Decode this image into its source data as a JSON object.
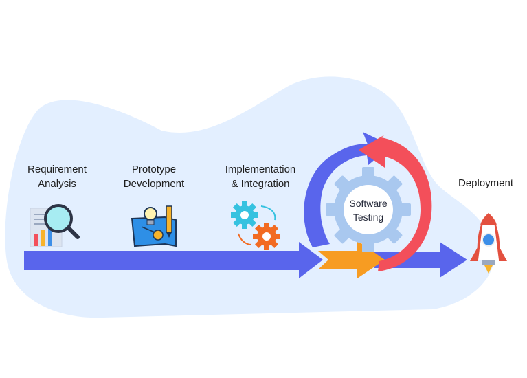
{
  "stages": [
    {
      "id": "requirement",
      "lines": [
        "Requirement",
        "Analysis"
      ],
      "icon": "magnifier-report-icon"
    },
    {
      "id": "prototype",
      "lines": [
        "Prototype",
        "Development"
      ],
      "icon": "blueprint-lightbulb-icon"
    },
    {
      "id": "implementation",
      "lines": [
        "Implementation",
        "& Integration"
      ],
      "icon": "gears-icon"
    },
    {
      "id": "testing",
      "lines": [
        "Software",
        "Testing"
      ],
      "icon": "cycle-gear-icon"
    },
    {
      "id": "deployment",
      "lines": [
        "Deployment"
      ],
      "icon": "rocket-icon"
    }
  ],
  "colors": {
    "cloud": "#e3efff",
    "main_arrow": "#5965ec",
    "orange_arrow": "#f79c22",
    "red_cycle": "#f34f5a",
    "blue_cycle": "#5965ec",
    "gear": "#a9c8ef",
    "rocket_red": "#e3503f",
    "rocket_blue": "#3d8fe8"
  }
}
